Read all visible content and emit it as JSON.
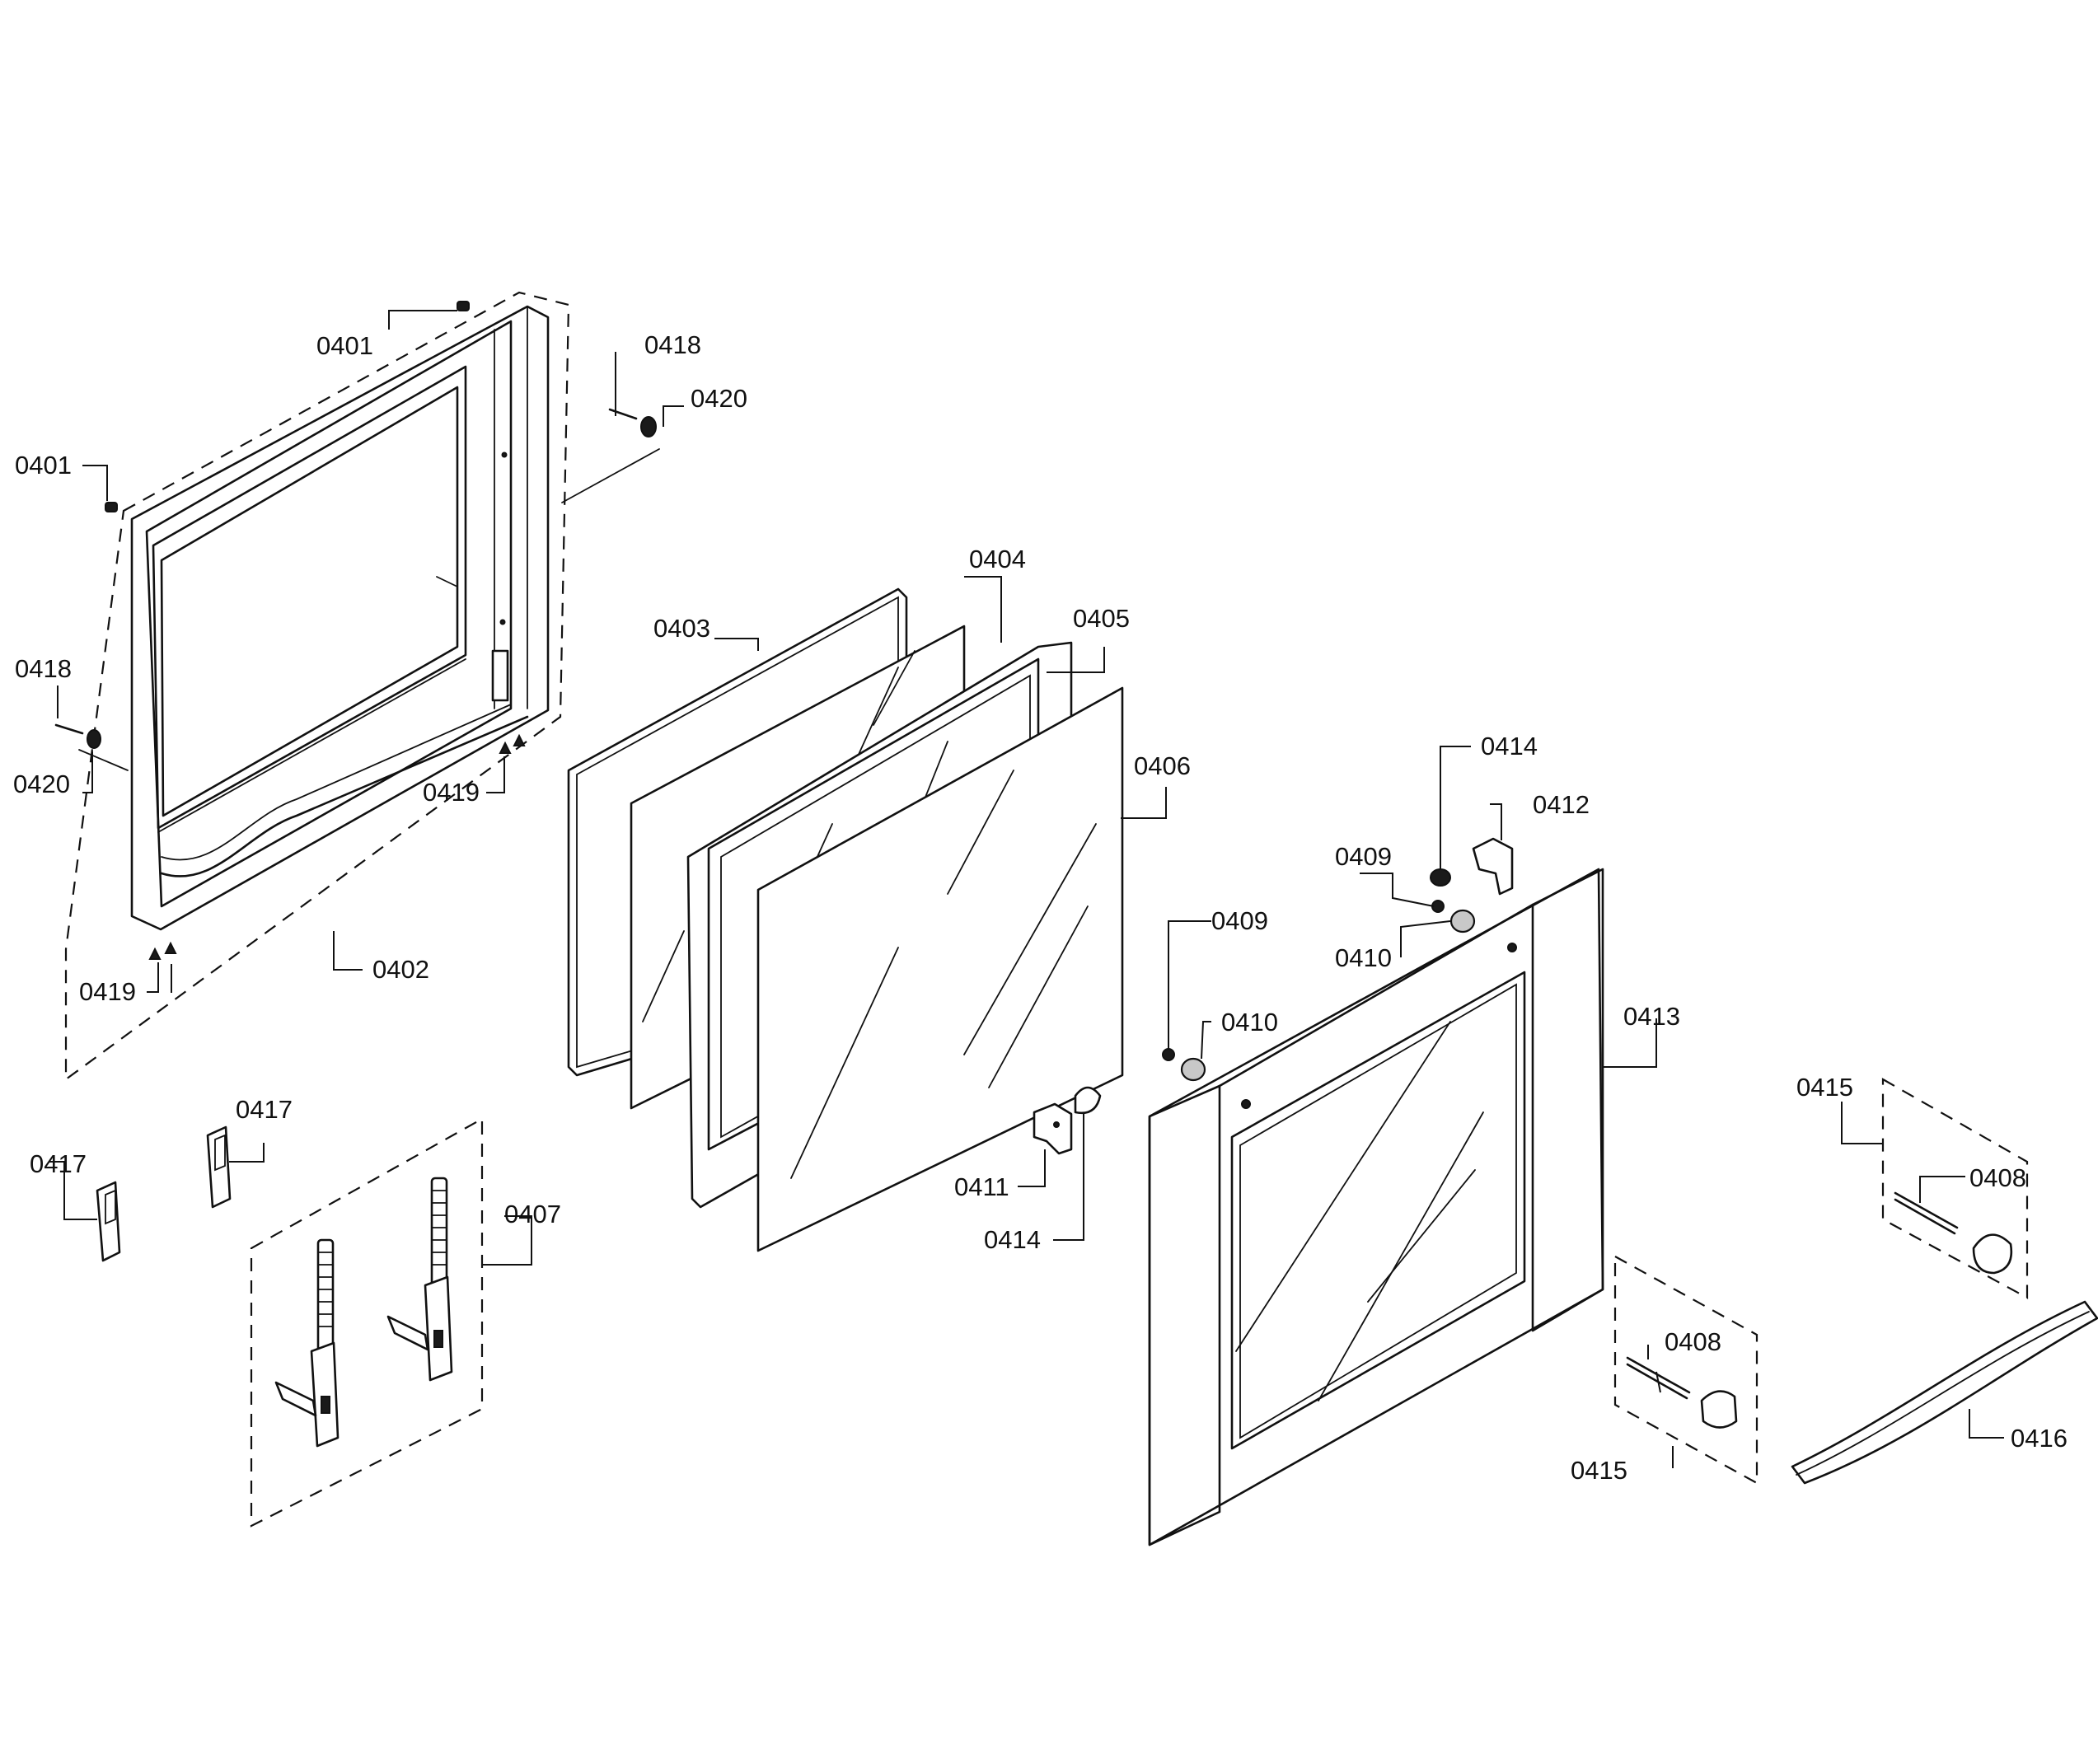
{
  "callouts": [
    {
      "text": "0401"
    },
    {
      "text": "0401"
    },
    {
      "text": "0418"
    },
    {
      "text": "0420"
    },
    {
      "text": "0418"
    },
    {
      "text": "0420"
    },
    {
      "text": "0419"
    },
    {
      "text": "0419"
    },
    {
      "text": "0402"
    },
    {
      "text": "0403"
    },
    {
      "text": "0404"
    },
    {
      "text": "0405"
    },
    {
      "text": "0406"
    },
    {
      "text": "0414"
    },
    {
      "text": "0412"
    },
    {
      "text": "0409"
    },
    {
      "text": "0410"
    },
    {
      "text": "0409"
    },
    {
      "text": "0410"
    },
    {
      "text": "0413"
    },
    {
      "text": "0411"
    },
    {
      "text": "0414"
    },
    {
      "text": "0417"
    },
    {
      "text": "0417"
    },
    {
      "text": "0407"
    },
    {
      "text": "0415"
    },
    {
      "text": "0408"
    },
    {
      "text": "0408"
    },
    {
      "text": "0415"
    },
    {
      "text": "0416"
    }
  ]
}
